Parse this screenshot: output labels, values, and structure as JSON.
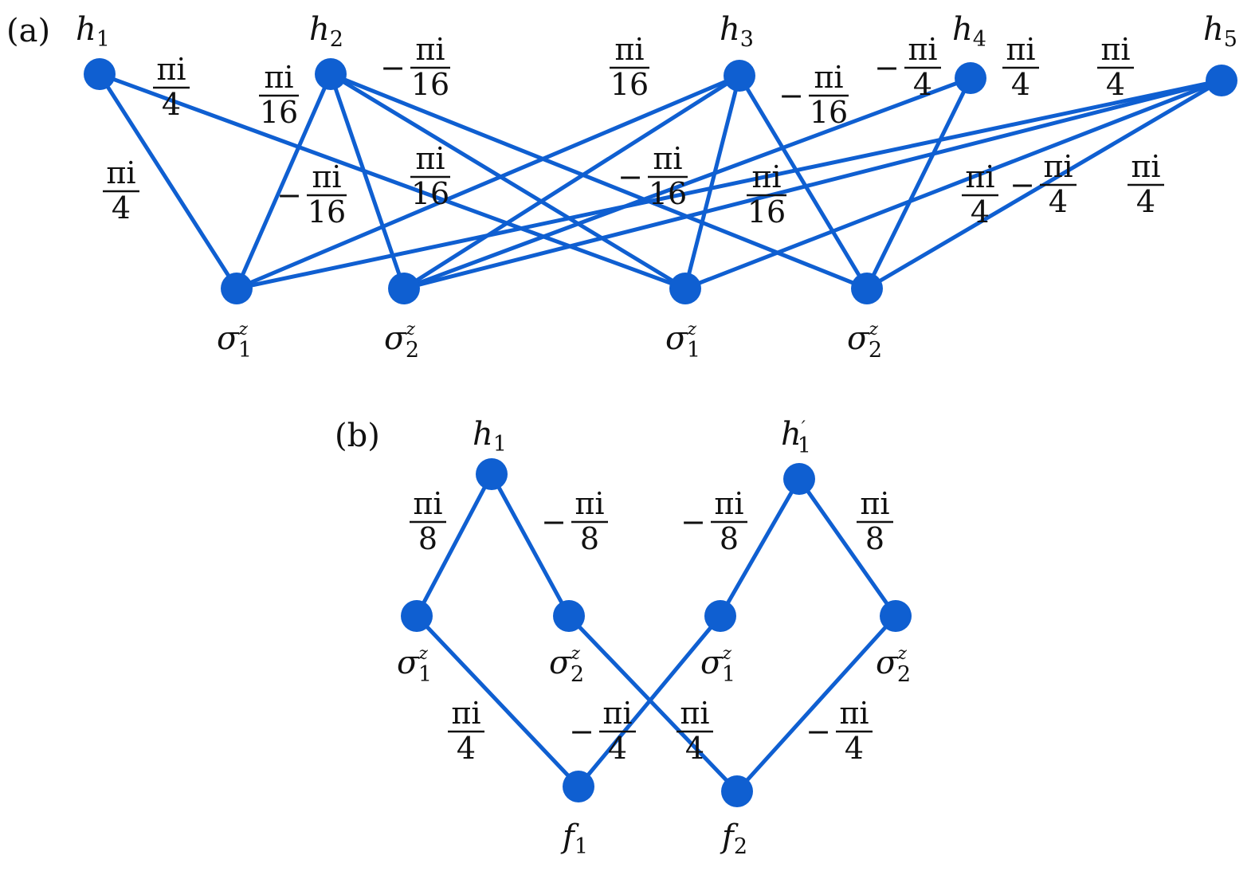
{
  "colors": {
    "accent": "#0f5fd1",
    "text": "#111111",
    "background": "#ffffff"
  },
  "panel_a": {
    "label": "(a)",
    "nodes": [
      {
        "id": "h1",
        "name": "h",
        "sub": "1",
        "sup": "",
        "prime": ""
      },
      {
        "id": "h2",
        "name": "h",
        "sub": "2",
        "sup": "",
        "prime": ""
      },
      {
        "id": "h3",
        "name": "h",
        "sub": "3",
        "sup": "",
        "prime": ""
      },
      {
        "id": "h4",
        "name": "h",
        "sub": "4",
        "sup": "",
        "prime": ""
      },
      {
        "id": "h5",
        "name": "h",
        "sub": "5",
        "sup": "",
        "prime": ""
      },
      {
        "id": "s1a",
        "name": "σ",
        "sub": "1",
        "sup": "z",
        "prime": ""
      },
      {
        "id": "s2a",
        "name": "σ",
        "sub": "2",
        "sup": "z",
        "prime": ""
      },
      {
        "id": "s1b",
        "name": "σ",
        "sub": "1",
        "sup": "z",
        "prime": ""
      },
      {
        "id": "s2b",
        "name": "σ",
        "sub": "2",
        "sup": "z",
        "prime": ""
      }
    ],
    "edges": [
      {
        "from": "h1",
        "to": "s1a"
      },
      {
        "from": "h1",
        "to": "s1b"
      },
      {
        "from": "h2",
        "to": "s1a"
      },
      {
        "from": "h2",
        "to": "s2a"
      },
      {
        "from": "h2",
        "to": "s1b"
      },
      {
        "from": "h2",
        "to": "s2b"
      },
      {
        "from": "h3",
        "to": "s1a"
      },
      {
        "from": "h3",
        "to": "s2a"
      },
      {
        "from": "h3",
        "to": "s1b"
      },
      {
        "from": "h3",
        "to": "s2b"
      },
      {
        "from": "h4",
        "to": "s2a"
      },
      {
        "from": "h4",
        "to": "s2b"
      },
      {
        "from": "h5",
        "to": "s1a"
      },
      {
        "from": "h5",
        "to": "s2a"
      },
      {
        "from": "h5",
        "to": "s1b"
      },
      {
        "from": "h5",
        "to": "s2b"
      }
    ],
    "weights": [
      {
        "sign": "",
        "num": "πi",
        "den": "4"
      },
      {
        "sign": "",
        "num": "πi",
        "den": "4"
      },
      {
        "sign": "",
        "num": "πi",
        "den": "16"
      },
      {
        "sign": "−",
        "num": "πi",
        "den": "16"
      },
      {
        "sign": "−",
        "num": "πi",
        "den": "16"
      },
      {
        "sign": "",
        "num": "πi",
        "den": "16"
      },
      {
        "sign": "",
        "num": "πi",
        "den": "16"
      },
      {
        "sign": "−",
        "num": "πi",
        "den": "16"
      },
      {
        "sign": "−",
        "num": "πi",
        "den": "16"
      },
      {
        "sign": "",
        "num": "πi",
        "den": "16"
      },
      {
        "sign": "−",
        "num": "πi",
        "den": "4"
      },
      {
        "sign": "",
        "num": "πi",
        "den": "4"
      },
      {
        "sign": "",
        "num": "πi",
        "den": "4"
      },
      {
        "sign": "−",
        "num": "πi",
        "den": "4"
      },
      {
        "sign": "",
        "num": "πi",
        "den": "4"
      },
      {
        "sign": "",
        "num": "πi",
        "den": "4"
      }
    ]
  },
  "panel_b": {
    "label": "(b)",
    "nodes": [
      {
        "id": "h1",
        "name": "h",
        "sub": "1",
        "sup": "",
        "prime": ""
      },
      {
        "id": "h1p",
        "name": "h",
        "sub": "1",
        "sup": "",
        "prime": "′"
      },
      {
        "id": "s1a",
        "name": "σ",
        "sub": "1",
        "sup": "z",
        "prime": ""
      },
      {
        "id": "s2a",
        "name": "σ",
        "sub": "2",
        "sup": "z",
        "prime": ""
      },
      {
        "id": "s1b",
        "name": "σ",
        "sub": "1",
        "sup": "z",
        "prime": ""
      },
      {
        "id": "s2b",
        "name": "σ",
        "sub": "2",
        "sup": "z",
        "prime": ""
      },
      {
        "id": "f1",
        "name": "f",
        "sub": "1",
        "sup": "",
        "prime": ""
      },
      {
        "id": "f2",
        "name": "f",
        "sub": "2",
        "sup": "",
        "prime": ""
      }
    ],
    "edges": [
      {
        "from": "h1",
        "to": "s1a"
      },
      {
        "from": "h1",
        "to": "s2a"
      },
      {
        "from": "h1p",
        "to": "s1b"
      },
      {
        "from": "h1p",
        "to": "s2b"
      },
      {
        "from": "s1a",
        "to": "f1"
      },
      {
        "from": "s1b",
        "to": "f1"
      },
      {
        "from": "s2a",
        "to": "f2"
      },
      {
        "from": "s2b",
        "to": "f2"
      }
    ],
    "weights": [
      {
        "sign": "",
        "num": "πi",
        "den": "8"
      },
      {
        "sign": "−",
        "num": "πi",
        "den": "8"
      },
      {
        "sign": "−",
        "num": "πi",
        "den": "8"
      },
      {
        "sign": "",
        "num": "πi",
        "den": "8"
      },
      {
        "sign": "",
        "num": "πi",
        "den": "4"
      },
      {
        "sign": "−",
        "num": "πi",
        "den": "4"
      },
      {
        "sign": "",
        "num": "πi",
        "den": "4"
      },
      {
        "sign": "−",
        "num": "πi",
        "den": "4"
      }
    ]
  }
}
